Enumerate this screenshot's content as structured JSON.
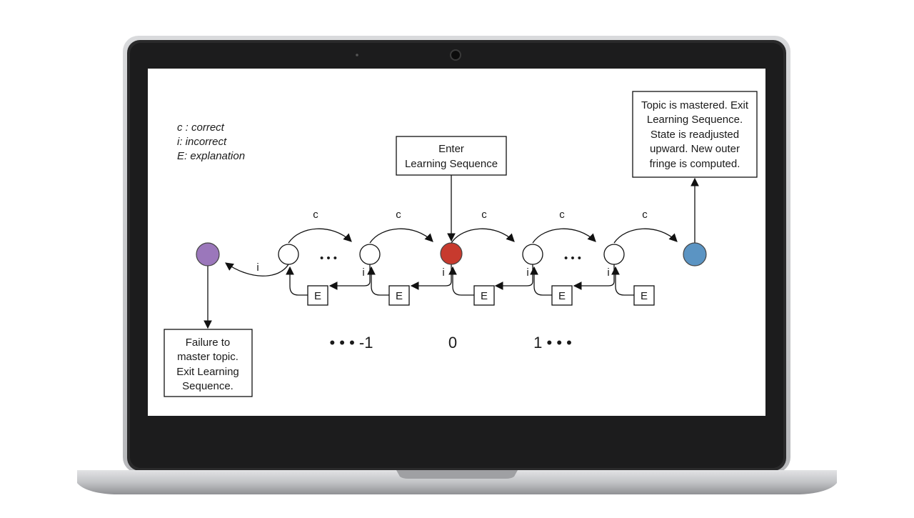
{
  "legend": {
    "lines": [
      "c : correct",
      "i: incorrect",
      "E: explanation"
    ]
  },
  "boxes": {
    "enter": [
      "Enter",
      "Learning Sequence"
    ],
    "mastered": [
      "Topic is mastered.  Exit",
      "Learning Sequence.",
      "State is readjusted",
      "upward.  New outer",
      "fringe is computed."
    ],
    "failure": [
      "Failure to",
      "master topic.",
      "Exit Learning",
      "Sequence."
    ]
  },
  "edge_labels": {
    "correct": "c",
    "incorrect": "i"
  },
  "explanation_label": "E",
  "ellipsis": "• • •",
  "positions": {
    "left": "• • •  -1",
    "center": "0",
    "right": "1 • • •"
  },
  "colors": {
    "failure_node": "#9b77bb",
    "start_node": "#c73a2e",
    "mastered_node": "#5b94c3",
    "laptop_shell": "#c4c5c8",
    "bezel": "#2a2a2b",
    "base": "#cfd0d2"
  }
}
